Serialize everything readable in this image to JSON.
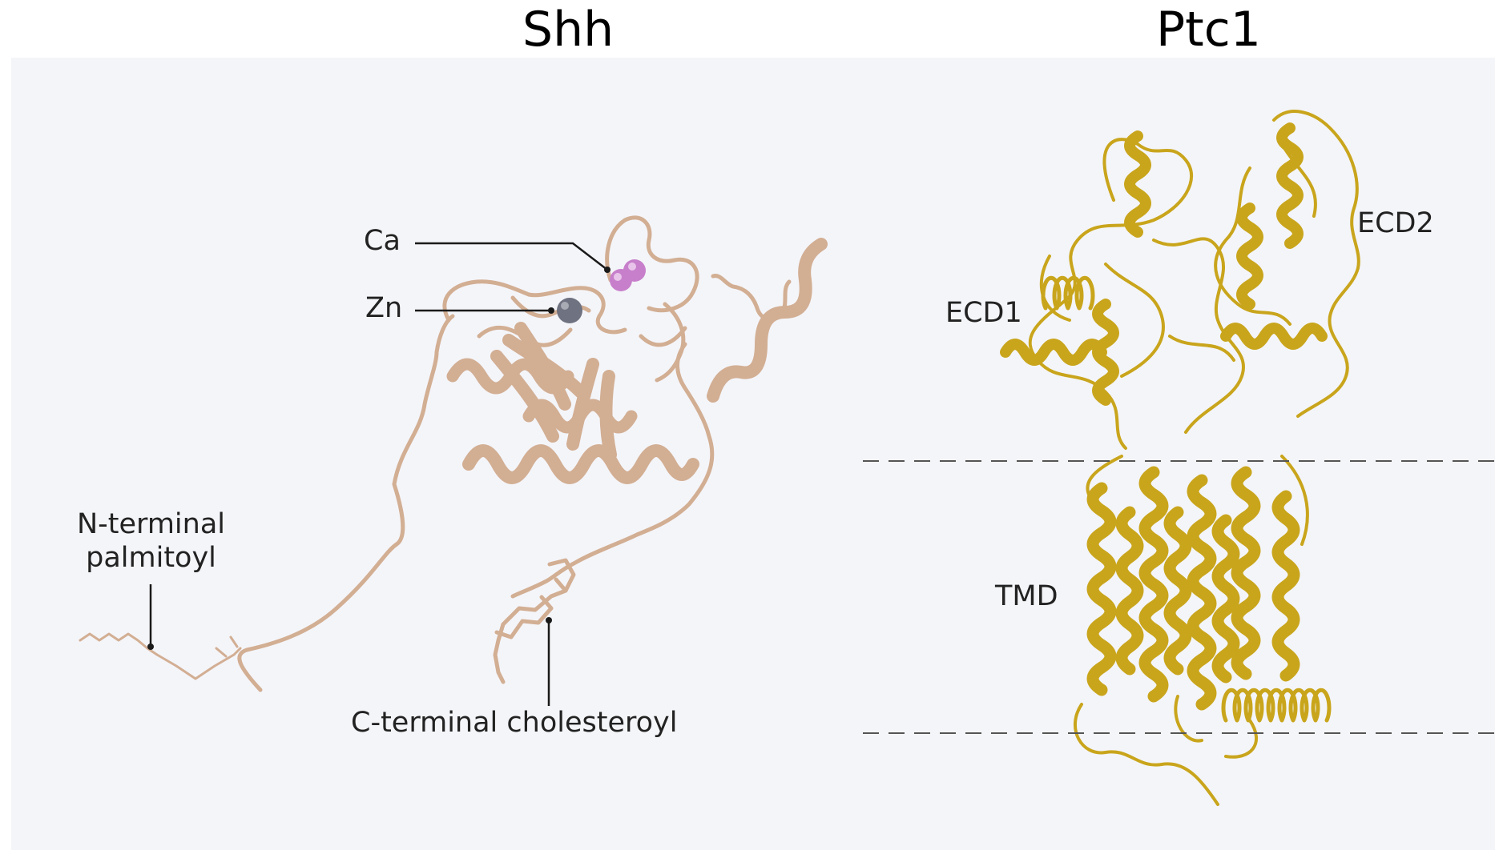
{
  "titles": {
    "left": "Shh",
    "right": "Ptc1"
  },
  "shh_labels": {
    "ca": "Ca",
    "zn": "Zn",
    "n_terminal_line1": "N-terminal",
    "n_terminal_line2": "palmitoyl",
    "c_terminal": "C-terminal cholesteroyl"
  },
  "ptc1_labels": {
    "ecd1": "ECD1",
    "ecd2": "ECD2",
    "tmd": "TMD"
  },
  "colors": {
    "shh_ribbon": "#d2ae93",
    "ptc1_ribbon": "#c9a51c",
    "calcium": "#c77fcb",
    "zinc": "#6f7280",
    "panel_bg": "#f4f5f9"
  }
}
